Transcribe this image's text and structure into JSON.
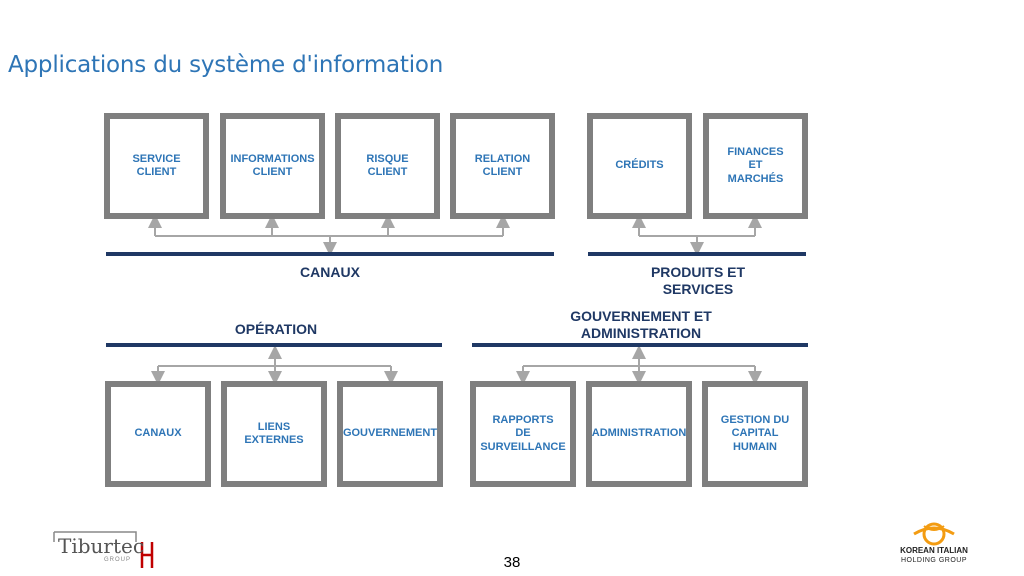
{
  "title": "Applications du système d'information",
  "groups": {
    "canaux": {
      "label": "CANAUX",
      "boxes": [
        "SERVICE\nCLIENT",
        "INFORMATIONS\nCLIENT",
        "RISQUE\nCLIENT",
        "RELATION\nCLIENT"
      ]
    },
    "produits": {
      "label": "PRODUITS ET\nSERVICES",
      "boxes": [
        "CRÉDITS",
        "FINANCES\nET\nMARCHÉS"
      ]
    },
    "operation": {
      "label": "OPÉRATION",
      "boxes": [
        "CANAUX",
        "LIENS\nEXTERNES",
        "GOUVERNEMENT"
      ]
    },
    "gouvernement": {
      "label": "GOUVERNEMENT ET\nADMINISTRATION",
      "boxes": [
        "RAPPORTS\nDE\nSURVEILLANCE",
        "ADMINISTRATION",
        "GESTION DU\nCAPITAL\nHUMAIN"
      ]
    }
  },
  "page_number": "38",
  "logos": {
    "left": {
      "word": "Tiburtec",
      "letter": "H",
      "sub": "GROUP"
    },
    "right": {
      "line1": "KOREAN ITALIAN",
      "line2": "HOLDING GROUP"
    }
  },
  "colors": {
    "title": "#2e75b6",
    "box_border": "#7f7f7f",
    "box_text": "#2e75b6",
    "bar": "#1f3864",
    "connector": "#a6a6a6",
    "logo_orange": "#f39c12",
    "logo_red": "#c00000"
  }
}
